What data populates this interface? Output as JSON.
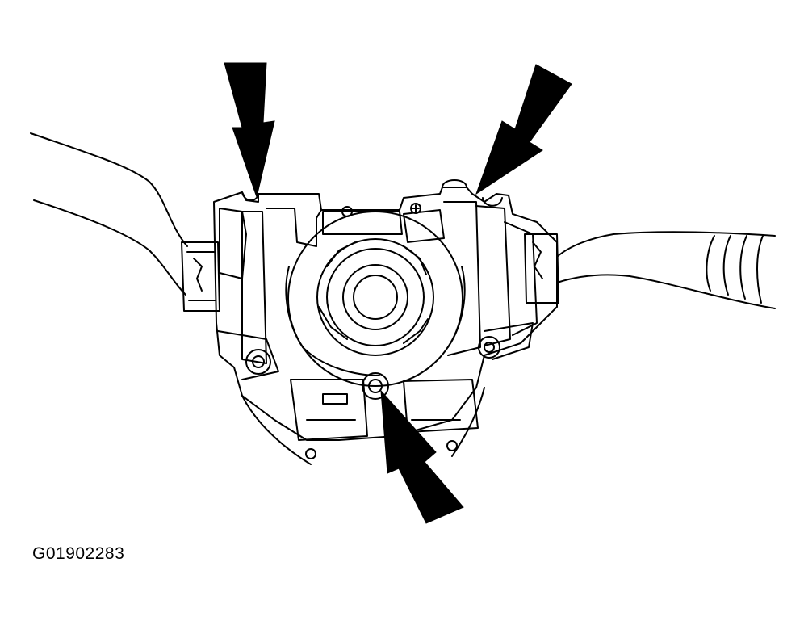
{
  "figure": {
    "id_label": "G01902283",
    "ink_color": "#000000",
    "paper_color": "#ffffff"
  },
  "components": {
    "left_lever": "left-switch-lever",
    "right_lever": "right-switch-lever",
    "center": "clock-spring",
    "housing": "combination-switch-housing"
  },
  "callouts": [
    {
      "name": "arrow-left-top-clip"
    },
    {
      "name": "arrow-right-top-clip"
    },
    {
      "name": "arrow-bottom-screw"
    }
  ]
}
